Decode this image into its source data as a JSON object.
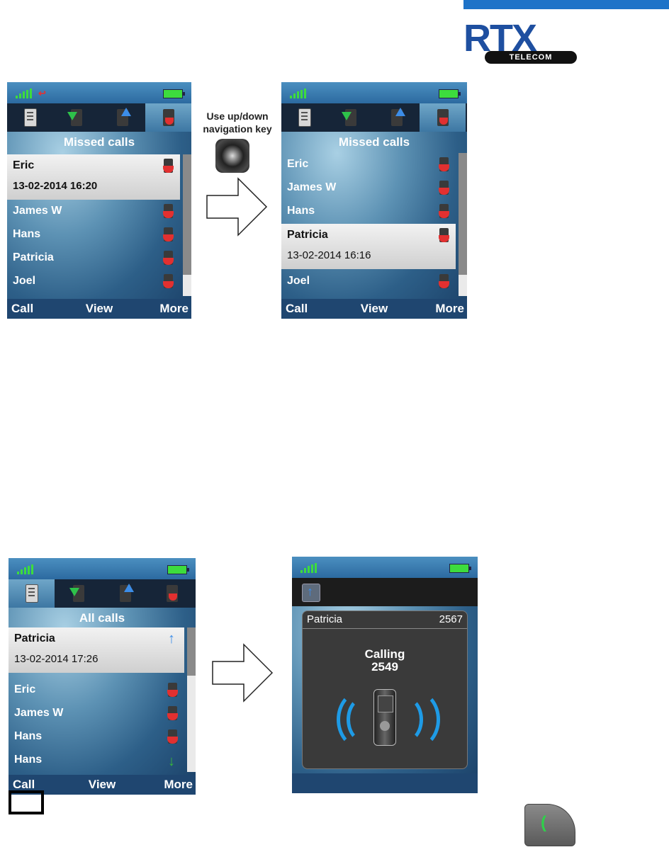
{
  "logo": {
    "brand": "RTX",
    "sub": "TELECOM"
  },
  "screen1": {
    "title": "Missed calls",
    "selected": {
      "name": "Eric",
      "datetime": "13-02-2014 16:20"
    },
    "rows": [
      "James W",
      "Hans",
      "Patricia",
      "Joel"
    ],
    "softkeys": {
      "left": "Call",
      "middle": "View",
      "right": "More"
    }
  },
  "navigation_caption": "Use up/down navigation key",
  "screen2": {
    "title": "Missed calls",
    "rows_above": [
      "Eric",
      "James W",
      "Hans"
    ],
    "selected": {
      "name": "Patricia",
      "datetime": "13-02-2014 16:16"
    },
    "rows_below": [
      "Joel"
    ],
    "softkeys": {
      "left": "Call",
      "middle": "View",
      "right": "More"
    }
  },
  "screen3": {
    "title": "All calls",
    "selected": {
      "name": "Patricia",
      "datetime": "13-02-2014 17:26"
    },
    "rows": [
      "Eric",
      "James W",
      "Hans",
      "Hans"
    ],
    "softkeys": {
      "left": "Call",
      "middle": "View",
      "right": "More"
    }
  },
  "screen4": {
    "contact_name": "Patricia",
    "own_number": "2567",
    "state": "Calling",
    "number": "2549"
  },
  "icons": {
    "tabs": [
      "all-calls-icon",
      "received-calls-icon",
      "dialed-calls-icon",
      "missed-calls-icon"
    ],
    "signal": "signal-strength-icon",
    "battery": "battery-icon",
    "send_key": "green-call-key-icon"
  },
  "colors": {
    "softkey_bar": "#1f4670",
    "selection": "#dcdcdc",
    "signal": "#3ddc3d",
    "missed": "#e23030",
    "outgoing": "#3c8de8"
  }
}
